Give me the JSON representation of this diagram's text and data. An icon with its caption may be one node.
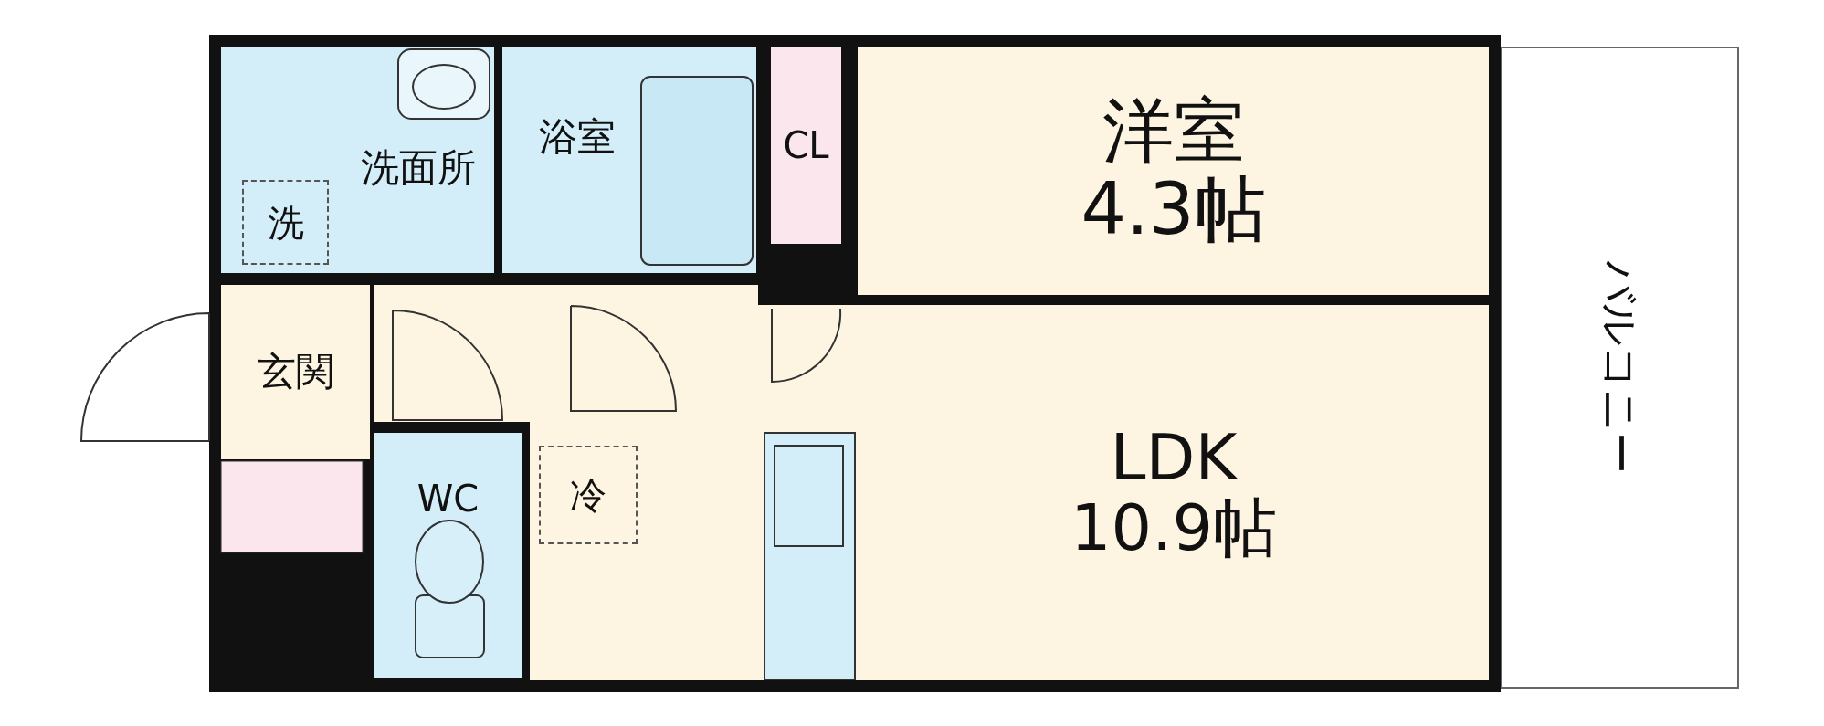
{
  "diagram": {
    "nodes": [
      {
        "text": [
          "洗面所"
        ]
      },
      {
        "text": [
          "洗"
        ],
        "in": 0
      },
      {
        "text": [
          "浴室"
        ]
      },
      {
        "text": [
          "CL"
        ]
      },
      {
        "text": [
          "洋室",
          "4.3帖"
        ]
      },
      {
        "text": [
          "玄関"
        ]
      },
      {
        "text": [
          "WC"
        ]
      },
      {
        "text": [
          "LDK",
          "10.9帖"
        ]
      },
      {
        "text": [
          "冷"
        ],
        "in": 7
      },
      {
        "text": [
          "バルコニー"
        ]
      }
    ]
  }
}
